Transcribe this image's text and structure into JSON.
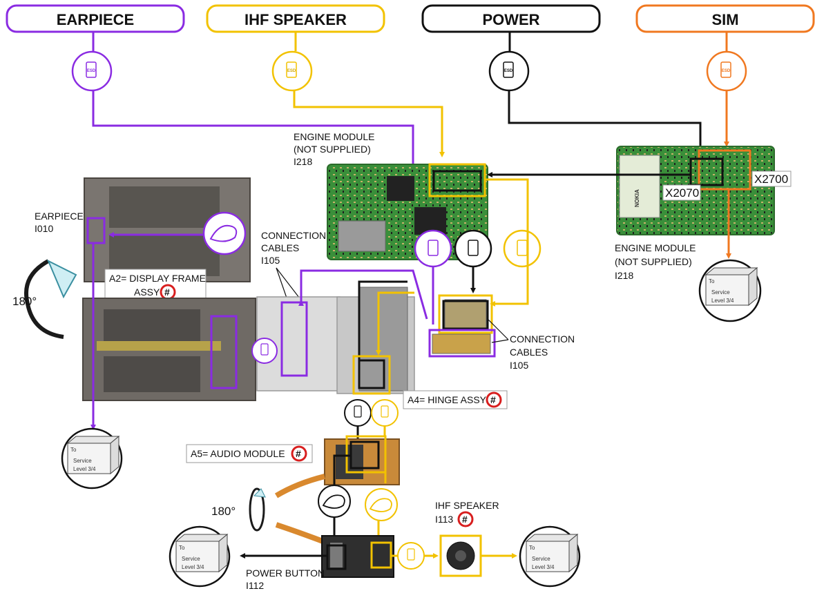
{
  "headers": {
    "earpiece": "EARPIECE",
    "ihf_speaker": "IHF SPEAKER",
    "power": "POWER",
    "sim": "SIM"
  },
  "labels": {
    "engine_module_top": [
      "ENGINE MODULE",
      "(NOT SUPPLIED)",
      "I218"
    ],
    "engine_module_right": [
      "ENGINE MODULE",
      "(NOT SUPPLIED)",
      "I218"
    ],
    "x2070": "X2070",
    "x2700": "X2700",
    "earpiece_part": [
      "EARPIECE",
      "I010"
    ],
    "connection_cables_left": [
      "CONNECTION",
      "CABLES",
      "I105"
    ],
    "connection_cables_right": [
      "CONNECTION",
      "CABLES",
      "I105"
    ],
    "display_frame": [
      "A2= DISPLAY FRAME",
      "ASSY"
    ],
    "rotate_180": "180°",
    "hinge_assy": "A4= HINGE ASSY",
    "audio_module": "A5= AUDIO MODULE",
    "ihf_speaker_part": [
      "IHF SPEAKER",
      "I113"
    ],
    "power_button": [
      "POWER BUTTON",
      "I112"
    ],
    "hash": "#",
    "esd": "ESD",
    "nokia": "NOKIA"
  },
  "service_box": {
    "to": "To",
    "line1": "Service",
    "line2": "Level 3/4"
  },
  "colors": {
    "earpiece": "#8a2be2",
    "ihf": "#f2c200",
    "power": "#111111",
    "sim": "#f07820",
    "hash_ring": "#d81e1e"
  }
}
